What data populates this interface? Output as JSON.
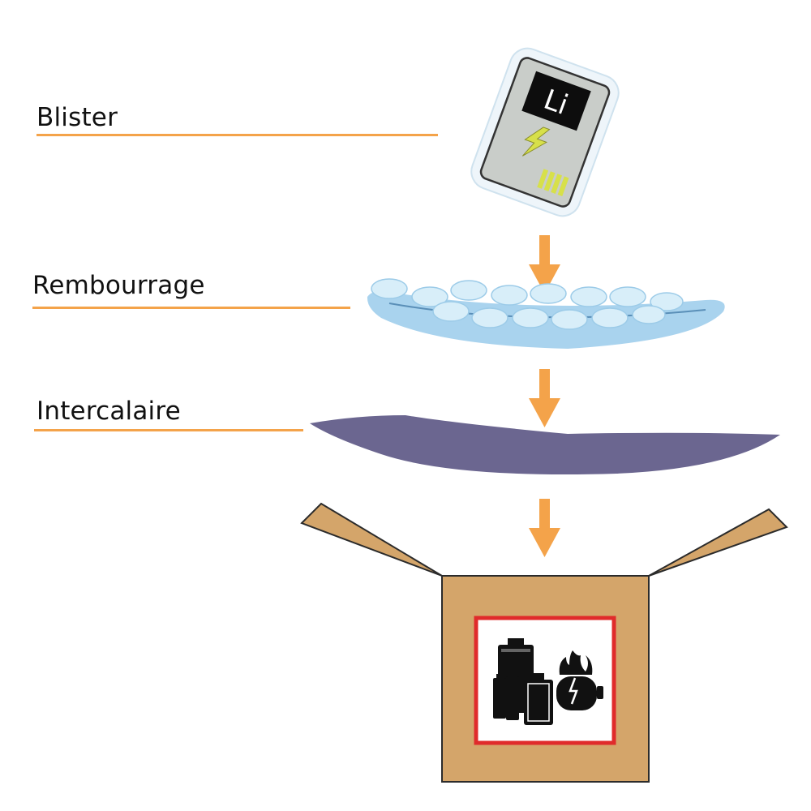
{
  "labels": {
    "blister": "Blister",
    "padding": "Rembourrage",
    "separator": "Intercalaire"
  },
  "chip_text": "Li",
  "colors": {
    "accent_orange": "#f4a34a",
    "padding_light": "#d8eef9",
    "padding_mid": "#a9d3ee",
    "padding_dark": "#7fb6dc",
    "separator": "#6b6690",
    "box": "#d4a56a",
    "box_outline": "#2b2b2b",
    "hazard_border": "#e02b2b",
    "battery": "#111111",
    "card_frame": "#eef5fa",
    "card_body": "#c9cdc9",
    "lightning": "#d7e04a"
  },
  "icons": {
    "blister": "lithium-battery-blister-icon",
    "arrow": "down-arrow-icon",
    "hazard": "battery-fire-hazard-icon"
  }
}
